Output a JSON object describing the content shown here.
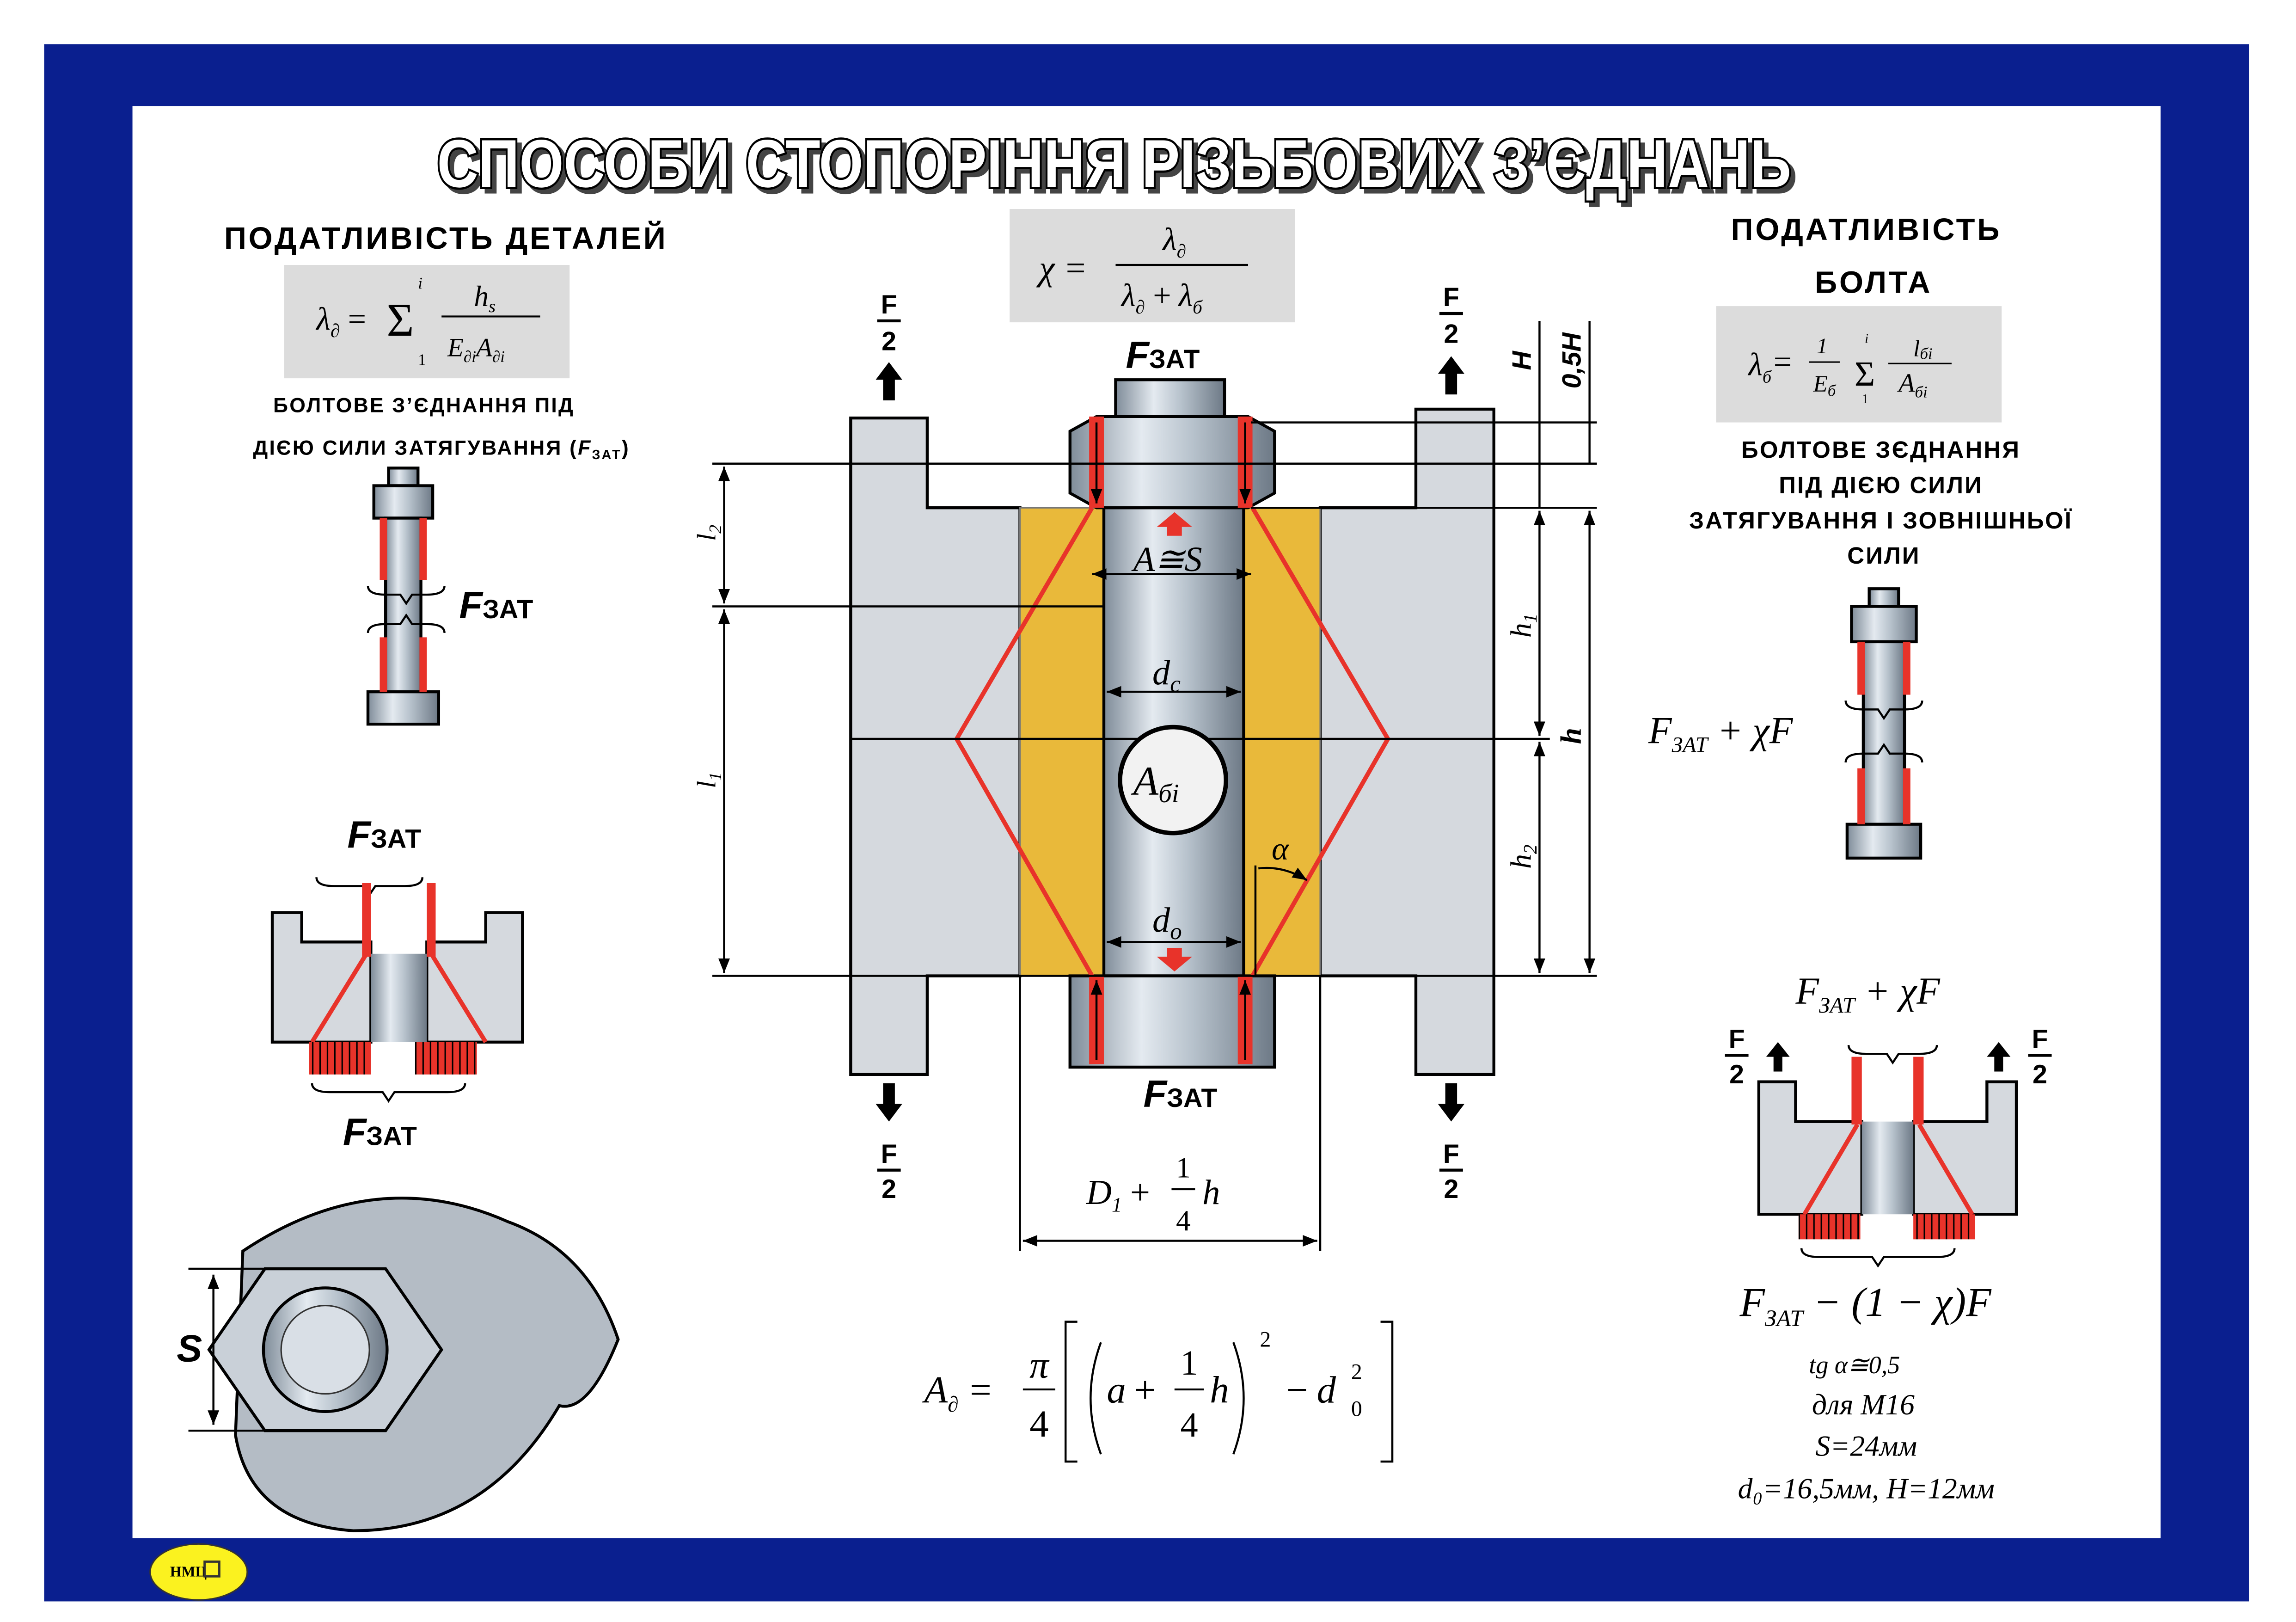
{
  "title": "СПОСОБИ СТОПОРІННЯ РІЗЬБОВИХ З’ЄДНАНЬ",
  "colors": {
    "frame": "#0a1f8f",
    "yellow": "#e9b93a",
    "red": "#e8332a",
    "gray_box": "#dcdcdc",
    "logo": "#fbf21f"
  },
  "left": {
    "heading": "ПОДАТЛИВІСТЬ ДЕТАЛЕЙ",
    "formula": {
      "lhs": "λ",
      "lhs_sub": "∂",
      "eq": "=",
      "sum": "Σ",
      "sum_top": "i",
      "sum_bottom": "1",
      "num": "h",
      "num_sub": "s",
      "den_e": "E",
      "den_e_sub": "∂i",
      "den_a": "A",
      "den_a_sub": "∂i"
    },
    "caption_line1": "БОЛТОВЕ З’ЄДНАННЯ ПІД",
    "caption_line2": "ДІЄЮ СИЛИ ЗАТЯГУВАННЯ (",
    "caption_f": "F",
    "caption_f_sub": "ЗАТ",
    "caption_close": ")",
    "bolt_force": {
      "f": "F",
      "sub": "ЗАТ"
    },
    "joint_top_force": {
      "f": "F",
      "sub": "ЗАТ"
    },
    "joint_bottom_force": {
      "f": "F",
      "sub": "ЗАТ"
    },
    "nut_size_label": "S"
  },
  "center": {
    "chi_formula": {
      "lhs": "χ",
      "eq": "=",
      "num": "λ",
      "num_sub": "∂",
      "den": "λ",
      "den_sub1": "∂",
      "plus": "+",
      "den2": "λ",
      "den_sub2": "б"
    },
    "force_top": {
      "f": "F",
      "sub": "ЗАТ"
    },
    "force_bottom": {
      "f": "F",
      "sub": "ЗАТ"
    },
    "half_force": {
      "num": "F",
      "den": "2"
    },
    "labels": {
      "a_s": "A≅S",
      "dc": "d",
      "dc_sub": "c",
      "abi": "A",
      "abi_sub": "бi",
      "d0": "d",
      "d0_sub": "o",
      "alpha": "α",
      "l1": "l",
      "l1_sub": "1",
      "l2": "l",
      "l2_sub": "2",
      "h1": "h",
      "h1_sub": "1",
      "h2": "h",
      "h2_sub": "2",
      "h": "h",
      "H": "H",
      "half_H": "0,5H"
    },
    "width_formula": {
      "d": "D",
      "d_sub": "1",
      "plus": "+",
      "num": "1",
      "den": "4",
      "h": "h"
    },
    "area_formula": {
      "lhs": "A",
      "lhs_sub": "∂",
      "eq": "=",
      "pi": "π",
      "four": "4",
      "a": "a",
      "plus": "+",
      "one": "1",
      "four2": "4",
      "h": "h",
      "sq": "2",
      "minus": "−",
      "d": "d",
      "d_sub": "0",
      "d_sup": "2"
    }
  },
  "right": {
    "heading_line1": "ПОДАТЛИВІСТЬ",
    "heading_line2": "БОЛТА",
    "formula": {
      "lhs": "λ",
      "lhs_sub": "б",
      "eq": "=",
      "one": "1",
      "e": "E",
      "e_sub": "б",
      "sum": "Σ",
      "sum_top": "i",
      "sum_bottom": "1",
      "num": "l",
      "num_sub": "бi",
      "den": "A",
      "den_sub": "бi"
    },
    "caption": [
      "БОЛТОВЕ ЗЄДНАННЯ",
      "ПІД ДІЄЮ СИЛИ",
      "ЗАТЯГУВАННЯ І ЗОВНІШНЬОЇ",
      "СИЛИ"
    ],
    "bolt_force": {
      "f": "F",
      "sub": "ЗАТ",
      "rest": " + χF"
    },
    "joint_top_force": {
      "f": "F",
      "sub": "ЗАТ",
      "rest": " + χF"
    },
    "joint_bottom_force": {
      "f": "F",
      "sub": "ЗАТ",
      "rest": " − (1 − χ)F"
    },
    "half_force": {
      "num": "F",
      "den": "2"
    },
    "notes": [
      "tg α≅0,5",
      "для М16",
      "S=24мм",
      "d₀=16,5мм,  H=12мм"
    ]
  },
  "logo": {
    "text": "НМЦ"
  }
}
